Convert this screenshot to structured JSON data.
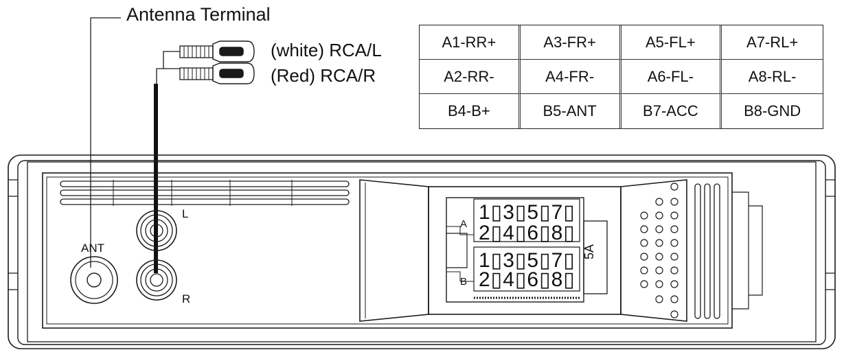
{
  "callouts": {
    "antenna_terminal": "Antenna Terminal",
    "rca_left": "(white) RCA/L",
    "rca_right": "(Red) RCA/R"
  },
  "pin_table": {
    "rows": [
      [
        "A1-RR+",
        "A3-FR+",
        "A5-FL+",
        "A7-RL+"
      ],
      [
        "A2-RR-",
        "A4-FR-",
        "A6-FL-",
        "A8-RL-"
      ],
      [
        "B4-B+",
        "B5-ANT",
        "B7-ACC",
        "B8-GND"
      ]
    ]
  },
  "jack_labels": {
    "ant": "ANT",
    "left": "L",
    "right": "R"
  },
  "connector": {
    "a_letter": "A",
    "b_letter": "B",
    "pins_top": "1▯3▯5▯7▯",
    "pins_bottom": "2▯4▯6▯8▯",
    "fuse": "5A"
  }
}
